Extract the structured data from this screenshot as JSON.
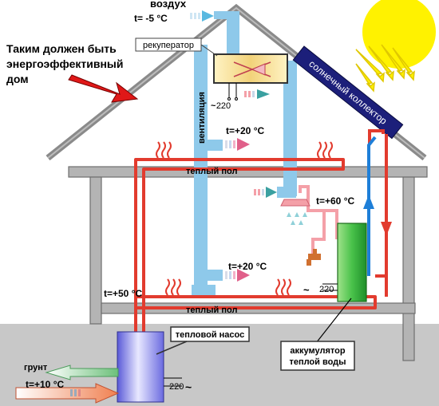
{
  "labels": {
    "air": "воздух",
    "outside_temp": "t= -5 °C",
    "headline_line1": "Таким должен быть",
    "headline_line2": "энергоэффективный",
    "headline_line3": "дом",
    "recuperator": "рекуператор",
    "power_220_top": "220",
    "ventilation": "вентиляция",
    "solar_collector": "солнечный коллектор",
    "temp_upper": "t=+20 °C",
    "warm_floor_upper": "теплый пол",
    "temp_hot_water": "t=+60 °C",
    "temp_lower": "t=+20 °C",
    "temp_floor_supply": "t=+50 °C",
    "warm_floor_lower": "теплый пол",
    "power_220_tank": "220",
    "heat_pump": "тепловой насос",
    "accumulator_line1": "аккумулятор",
    "accumulator_line2": "теплой воды",
    "ground": "грунт",
    "ground_temp": "t=+10 °C",
    "power_220_pump": "220"
  },
  "icons": [
    "sun-icon",
    "big-arrow-icon",
    "fan-icon",
    "shower-icon",
    "tap-icon",
    "heat-wave-icon",
    "plug-icon"
  ],
  "colors": {
    "roof": "#8a8a8a",
    "ground": "#c8c8c8",
    "duct": "#8ec9ea",
    "hot_pipe": "#e23b2e",
    "cold_pipe": "#1e7fd8",
    "sun": "#fff200",
    "collector": "#1c1f7a",
    "accumulator": "#3fb53f",
    "heat_pump": "#8f8fe8"
  }
}
